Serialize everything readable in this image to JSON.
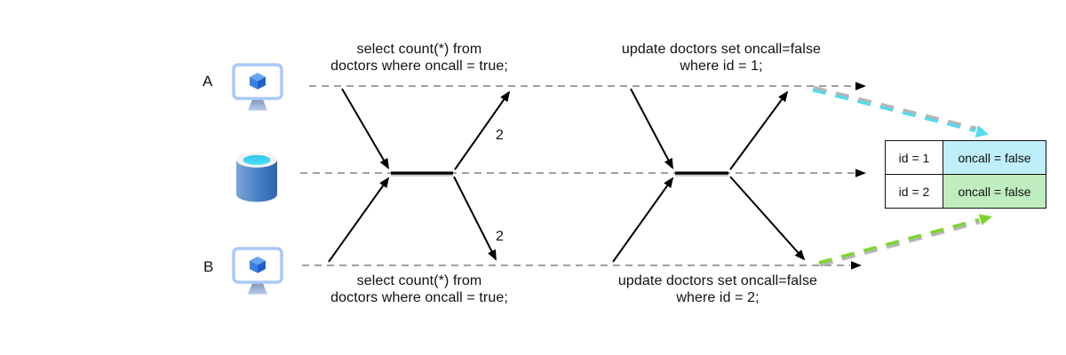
{
  "clients": {
    "a_label": "A",
    "b_label": "B",
    "client_icon": "azure-vm-monitor-icon",
    "database_icon": "database-cylinder-icon"
  },
  "queries": {
    "select_a": {
      "line1": "select count(*) from",
      "line2": "doctors where oncall = true;"
    },
    "update_a": {
      "line1": "update doctors set oncall=false",
      "line2": "where id = 1;"
    },
    "select_b": {
      "line1": "select count(*) from",
      "line2": "doctors where oncall = true;"
    },
    "update_b": {
      "line1": "update doctors set oncall=false",
      "line2": "where id = 2;"
    }
  },
  "results": {
    "select_a_count": "2",
    "select_b_count": "2"
  },
  "result_table": {
    "rows": [
      {
        "id": "id = 1",
        "oncall": "oncall = false",
        "bg": "#bfeffb"
      },
      {
        "id": "id = 2",
        "oncall": "oncall = false",
        "bg": "#c0edc0"
      }
    ]
  },
  "colors": {
    "a_result_arrow": "#55d9ee",
    "b_result_arrow": "#7ed42e",
    "timeline": "#808080",
    "message_arrow": "#000000",
    "arrow_shadow": "#b5b5b5"
  }
}
